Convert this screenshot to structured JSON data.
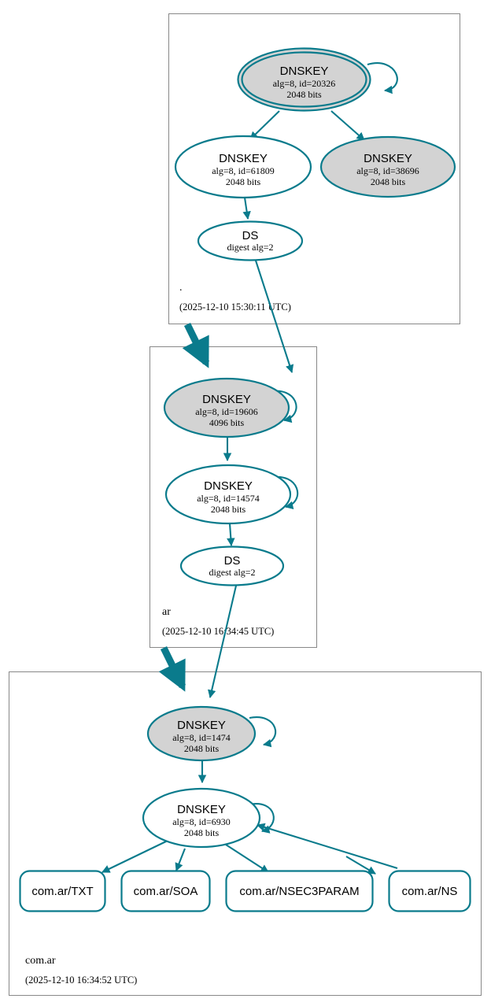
{
  "diagram": {
    "type": "dnssec-authentication-chain",
    "colors": {
      "edge": "#0a7b8c",
      "node_stroke": "#0a7b8c",
      "secure_fill": "#d3d3d3",
      "plain_fill": "#ffffff",
      "cluster_border": "#888888",
      "text": "#000000",
      "background": "#ffffff"
    },
    "zones": [
      {
        "id": "root",
        "name": ".",
        "timestamp": "(2025-12-10 15:30:11 UTC)",
        "nodes": [
          {
            "id": "root-ksk",
            "kind": "DNSKEY",
            "title": "DNSKEY",
            "line2": "alg=8, id=20326",
            "line3": "2048 bits",
            "alg": 8,
            "key_id": 20326,
            "key_size": "2048 bits",
            "trust_anchor": true,
            "shaded": true,
            "self_signed": true
          },
          {
            "id": "root-zsk-61809",
            "kind": "DNSKEY",
            "title": "DNSKEY",
            "line2": "alg=8, id=61809",
            "line3": "2048 bits",
            "alg": 8,
            "key_id": 61809,
            "key_size": "2048 bits",
            "trust_anchor": false,
            "shaded": false,
            "self_signed": false
          },
          {
            "id": "root-key-38696",
            "kind": "DNSKEY",
            "title": "DNSKEY",
            "line2": "alg=8, id=38696",
            "line3": "2048 bits",
            "alg": 8,
            "key_id": 38696,
            "key_size": "2048 bits",
            "trust_anchor": false,
            "shaded": true,
            "self_signed": false
          },
          {
            "id": "root-ds",
            "kind": "DS",
            "title": "DS",
            "line2": "digest alg=2",
            "line3": "",
            "shaded": false
          }
        ]
      },
      {
        "id": "ar",
        "name": "ar",
        "timestamp": "(2025-12-10 16:34:45 UTC)",
        "nodes": [
          {
            "id": "ar-ksk",
            "kind": "DNSKEY",
            "title": "DNSKEY",
            "line2": "alg=8, id=19606",
            "line3": "4096 bits",
            "alg": 8,
            "key_id": 19606,
            "key_size": "4096 bits",
            "trust_anchor": false,
            "shaded": true,
            "self_signed": true
          },
          {
            "id": "ar-zsk",
            "kind": "DNSKEY",
            "title": "DNSKEY",
            "line2": "alg=8, id=14574",
            "line3": "2048 bits",
            "alg": 8,
            "key_id": 14574,
            "key_size": "2048 bits",
            "trust_anchor": false,
            "shaded": false,
            "self_signed": true
          },
          {
            "id": "ar-ds",
            "kind": "DS",
            "title": "DS",
            "line2": "digest alg=2",
            "line3": "",
            "shaded": false
          }
        ]
      },
      {
        "id": "comar",
        "name": "com.ar",
        "timestamp": "(2025-12-10 16:34:52 UTC)",
        "nodes": [
          {
            "id": "comar-ksk",
            "kind": "DNSKEY",
            "title": "DNSKEY",
            "line2": "alg=8, id=1474",
            "line3": "2048 bits",
            "alg": 8,
            "key_id": 1474,
            "key_size": "2048 bits",
            "trust_anchor": false,
            "shaded": true,
            "self_signed": true
          },
          {
            "id": "comar-zsk",
            "kind": "DNSKEY",
            "title": "DNSKEY",
            "line2": "alg=8, id=6930",
            "line3": "2048 bits",
            "alg": 8,
            "key_id": 6930,
            "key_size": "2048 bits",
            "trust_anchor": false,
            "shaded": false,
            "self_signed": true
          }
        ],
        "rrsets": [
          {
            "id": "rr-txt",
            "label": "com.ar/TXT"
          },
          {
            "id": "rr-soa",
            "label": "com.ar/SOA"
          },
          {
            "id": "rr-nsec3param",
            "label": "com.ar/NSEC3PARAM"
          },
          {
            "id": "rr-ns",
            "label": "com.ar/NS"
          }
        ]
      }
    ]
  }
}
